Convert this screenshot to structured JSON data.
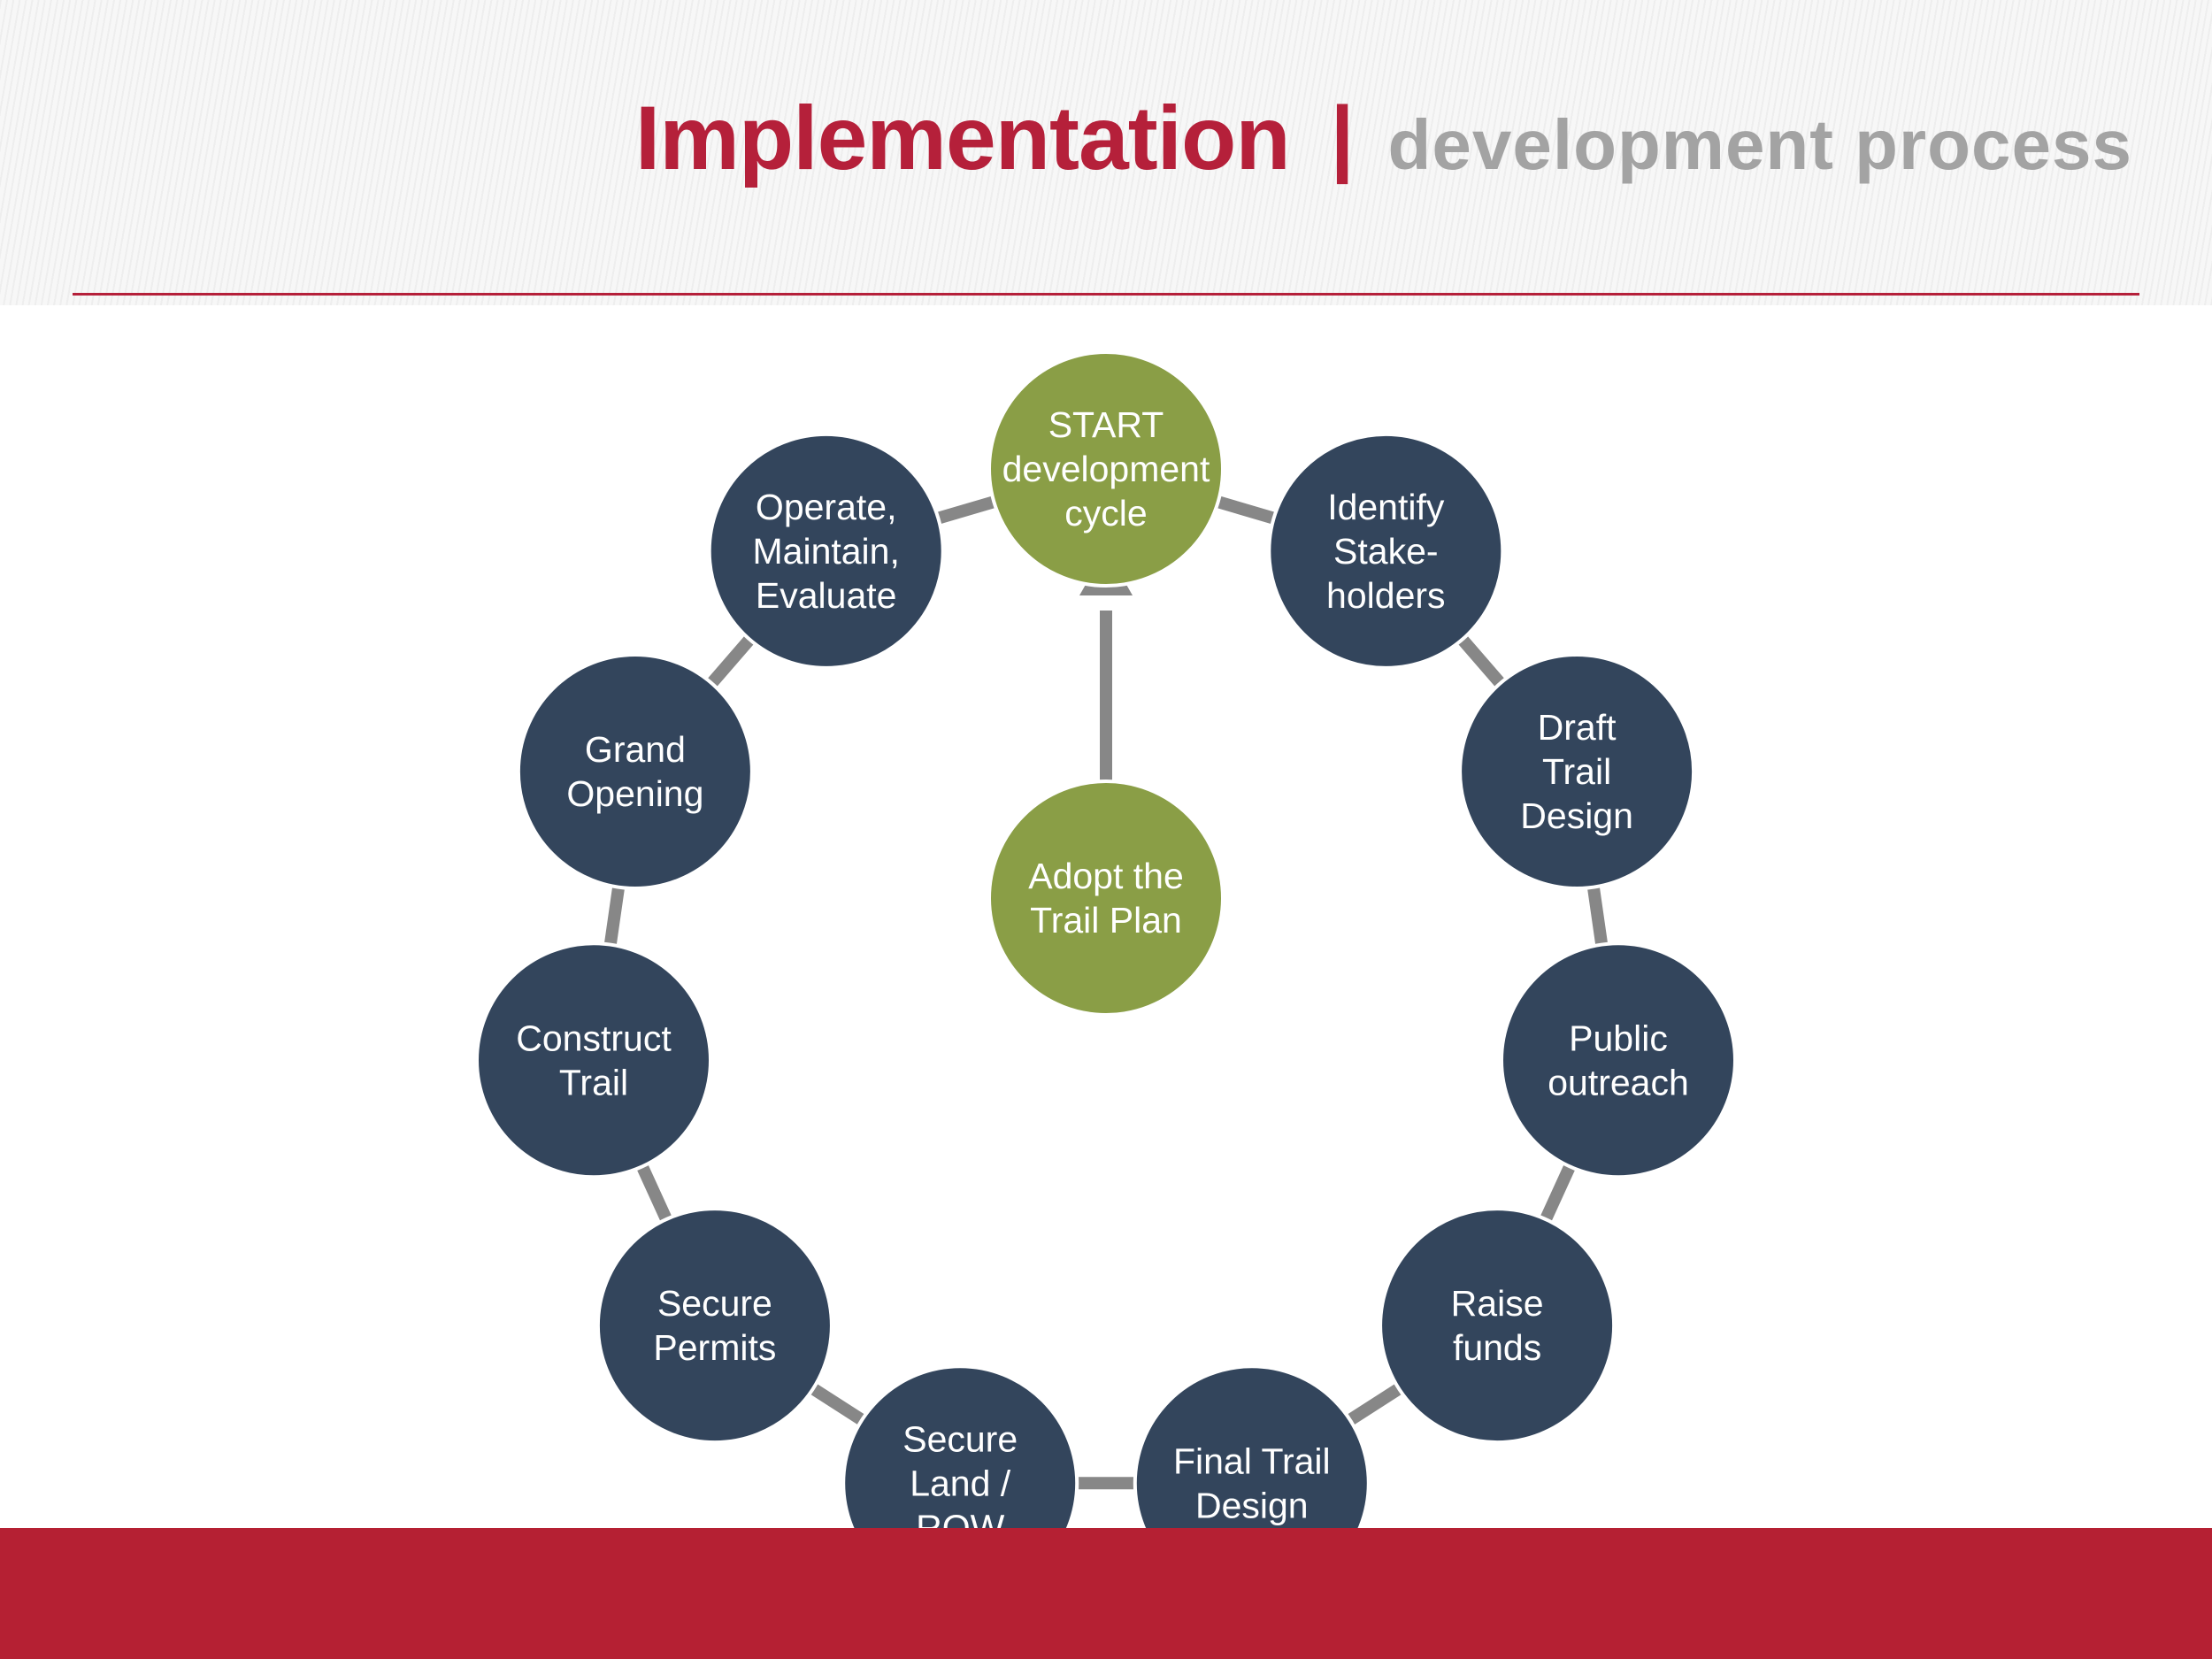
{
  "header": {
    "title_main": "Implementation",
    "title_separator": "|",
    "title_sub": "development process"
  },
  "colors": {
    "accent_red": "#b5203a",
    "node_navy": "#33455c",
    "node_green": "#8a9e46",
    "connector_gray": "#878787",
    "subtitle_gray": "#a3a3a3"
  },
  "diagram": {
    "start_node": {
      "lines": [
        "START",
        "development",
        "cycle"
      ]
    },
    "center_node": {
      "lines": [
        "Adopt the",
        "Trail Plan"
      ]
    },
    "cycle_nodes": [
      {
        "lines": [
          "Identify",
          "Stake-",
          "holders"
        ]
      },
      {
        "lines": [
          "Draft",
          "Trail",
          "Design"
        ]
      },
      {
        "lines": [
          "Public",
          "outreach"
        ]
      },
      {
        "lines": [
          "Raise",
          "funds"
        ]
      },
      {
        "lines": [
          "Final Trail",
          "Design"
        ]
      },
      {
        "lines": [
          "Secure",
          "Land /",
          "ROW"
        ]
      },
      {
        "lines": [
          "Secure",
          "Permits"
        ]
      },
      {
        "lines": [
          "Construct",
          "Trail"
        ]
      },
      {
        "lines": [
          "Grand",
          "Opening"
        ]
      },
      {
        "lines": [
          "Operate,",
          "Maintain,",
          "Evaluate"
        ]
      }
    ]
  }
}
